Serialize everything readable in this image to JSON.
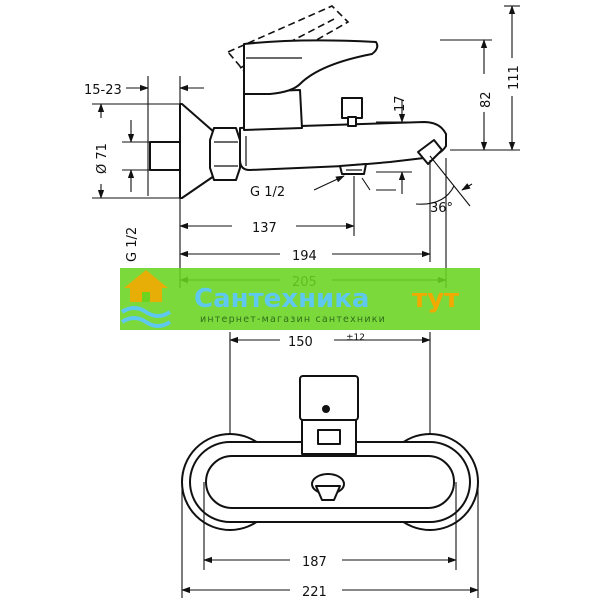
{
  "watermark": {
    "brand_main": "Сантехника",
    "brand_accent": "тут",
    "tagline": "интернет-магазин сантехники",
    "colors": {
      "band": "#6ad421",
      "text_main": "#5fc8ee",
      "text_accent": "#f2a900",
      "tagline": "#2f6f1a"
    }
  },
  "side_view": {
    "dimensions": {
      "offset": "15-23",
      "diameter": "Ø 71",
      "thread_vertical": "G 1/2",
      "thread_horizontal": "G 1/2",
      "spout_height": "17",
      "length_137": "137",
      "length_194": "194",
      "length_205": "205",
      "height_82": "82",
      "height_111": "111",
      "angle": "36°"
    }
  },
  "front_view": {
    "dimensions": {
      "centers": "150",
      "tolerance": "±12",
      "width_187": "187",
      "width_221": "221"
    }
  }
}
